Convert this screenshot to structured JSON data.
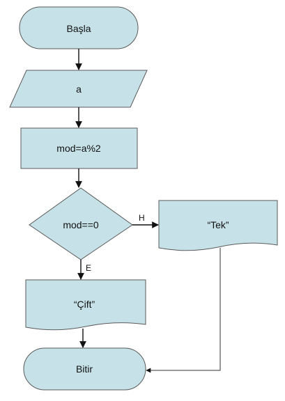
{
  "colors": {
    "shape_fill": "#c6e2e8",
    "shape_stroke": "#595959",
    "arrow": "#111111"
  },
  "nodes": {
    "start": {
      "shape": "terminator",
      "label": "Başla"
    },
    "input": {
      "shape": "parallelogram",
      "label": "a"
    },
    "process": {
      "shape": "process",
      "label": "mod=a%2"
    },
    "decision": {
      "shape": "decision",
      "label": "mod==0"
    },
    "output_odd": {
      "shape": "document",
      "label": "“Tek”"
    },
    "output_even": {
      "shape": "document",
      "label": "“Çift”"
    },
    "end": {
      "shape": "terminator",
      "label": "Bitir"
    }
  },
  "edges": {
    "no_label": "H",
    "yes_label": "E"
  }
}
